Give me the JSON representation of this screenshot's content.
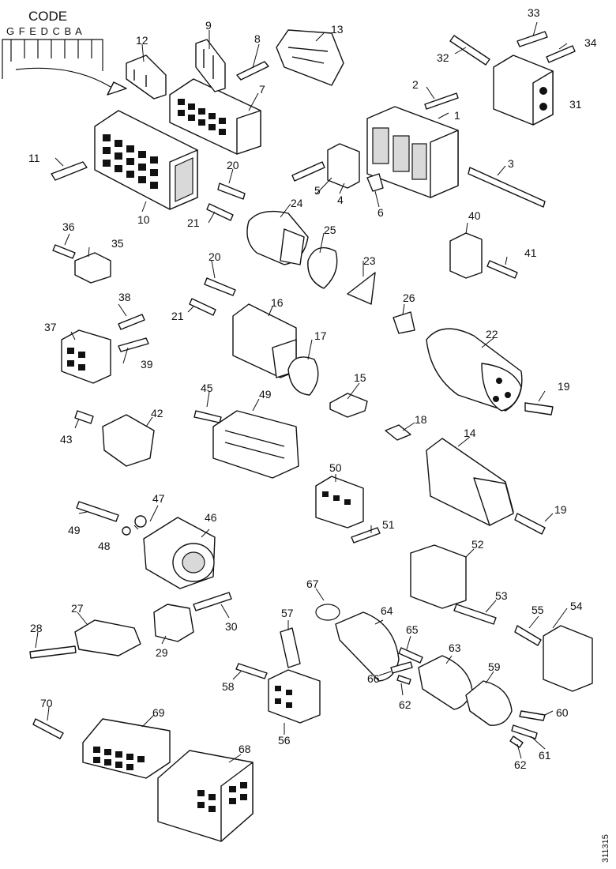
{
  "code_box": {
    "title": "CODE",
    "letters": "G F E D C B A"
  },
  "part_numbers": {
    "p1": "1",
    "p2": "2",
    "p3": "3",
    "p4": "4",
    "p5": "5",
    "p6": "6",
    "p7": "7",
    "p8": "8",
    "p9": "9",
    "p10": "10",
    "p11": "11",
    "p12": "12",
    "p13": "13",
    "p14": "14",
    "p15": "15",
    "p16": "16",
    "p17": "17",
    "p18": "18",
    "p19a": "19",
    "p19b": "19",
    "p20a": "20",
    "p20b": "20",
    "p21a": "21",
    "p21b": "21",
    "p22": "22",
    "p23": "23",
    "p24": "24",
    "p25": "25",
    "p26": "26",
    "p27": "27",
    "p28": "28",
    "p29": "29",
    "p30": "30",
    "p31": "31",
    "p32": "32",
    "p33": "33",
    "p34": "34",
    "p35": "35",
    "p36": "36",
    "p37": "37",
    "p38": "38",
    "p39": "39",
    "p40": "40",
    "p41": "41",
    "p42": "42",
    "p43": "43",
    "p45": "45",
    "p46": "46",
    "p47": "47",
    "p48": "48",
    "p49a": "49",
    "p49b": "49",
    "p50": "50",
    "p51": "51",
    "p52": "52",
    "p53": "53",
    "p54": "54",
    "p55": "55",
    "p56": "56",
    "p57": "57",
    "p58": "58",
    "p59": "59",
    "p60": "60",
    "p61": "61",
    "p62a": "62",
    "p62b": "62",
    "p63": "63",
    "p64": "64",
    "p65": "65",
    "p66": "66",
    "p67": "67",
    "p68": "68",
    "p69": "69",
    "p70": "70"
  },
  "document_id": "311315"
}
